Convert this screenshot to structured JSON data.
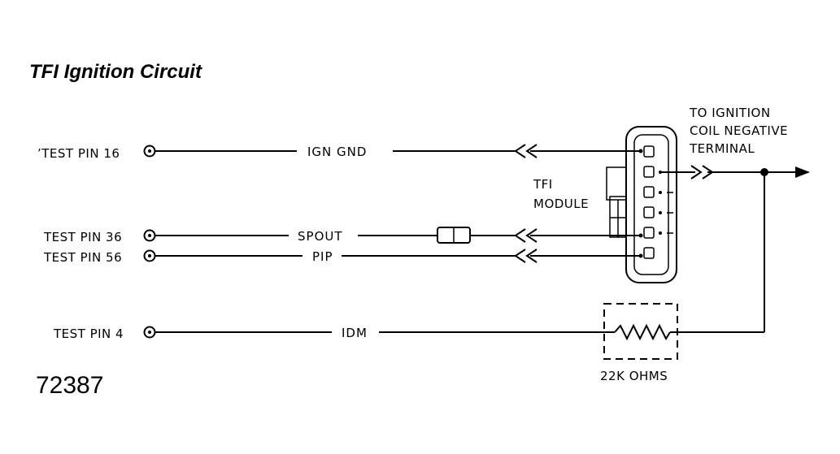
{
  "title": "TFI Ignition Circuit",
  "figure_number": "72387",
  "pins": [
    {
      "label": "’TEST PIN 16",
      "signal": "IGN  GND"
    },
    {
      "label": "TEST PIN 36",
      "signal": "SPOUT"
    },
    {
      "label": "TEST PIN 56",
      "signal": "PIP"
    },
    {
      "label": "TEST PIN 4",
      "signal": "IDM"
    }
  ],
  "module_label": [
    "TFI",
    "MODULE"
  ],
  "coil_label": [
    "TO IGNITION",
    "COIL NEGATIVE",
    "TERMINAL"
  ],
  "resistor_label": "22K OHMS"
}
